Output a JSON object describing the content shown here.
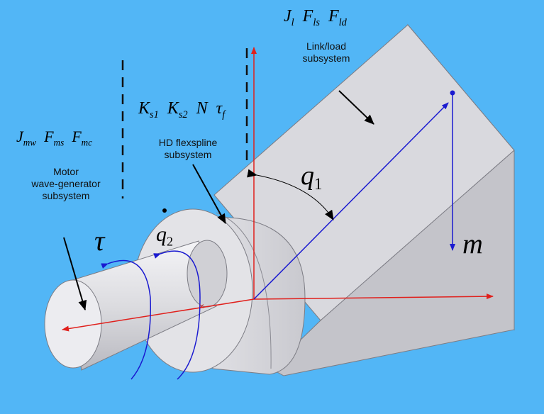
{
  "colors": {
    "background": "#52b6f6",
    "body_fill": "#d6d6da",
    "axis_red": "#e0201c",
    "vector_blue": "#1a1ad0",
    "divider": "#111111"
  },
  "subsystems": {
    "motor": {
      "symbols": [
        {
          "base": "J",
          "sub": "mw"
        },
        {
          "base": "F",
          "sub": "ms"
        },
        {
          "base": "F",
          "sub": "mc"
        }
      ],
      "label": "Motor\nwave-generator\nsubsystem"
    },
    "flexspline": {
      "symbols": [
        {
          "base": "K",
          "sub": "s1"
        },
        {
          "base": "K",
          "sub": "s2"
        },
        {
          "base": "N",
          "sub": ""
        },
        {
          "base": "τ",
          "sub": "f"
        }
      ],
      "label": "HD flexspline\nsubsystem"
    },
    "link": {
      "symbols": [
        {
          "base": "J",
          "sub": "l"
        },
        {
          "base": "F",
          "sub": "ls"
        },
        {
          "base": "F",
          "sub": "ld"
        }
      ],
      "label": "Link/load\nsubsystem"
    }
  },
  "variables": {
    "torque": "τ",
    "q2": {
      "base": "q",
      "sub": "2"
    },
    "q1": {
      "base": "q",
      "sub": "1"
    },
    "mass": "m"
  }
}
